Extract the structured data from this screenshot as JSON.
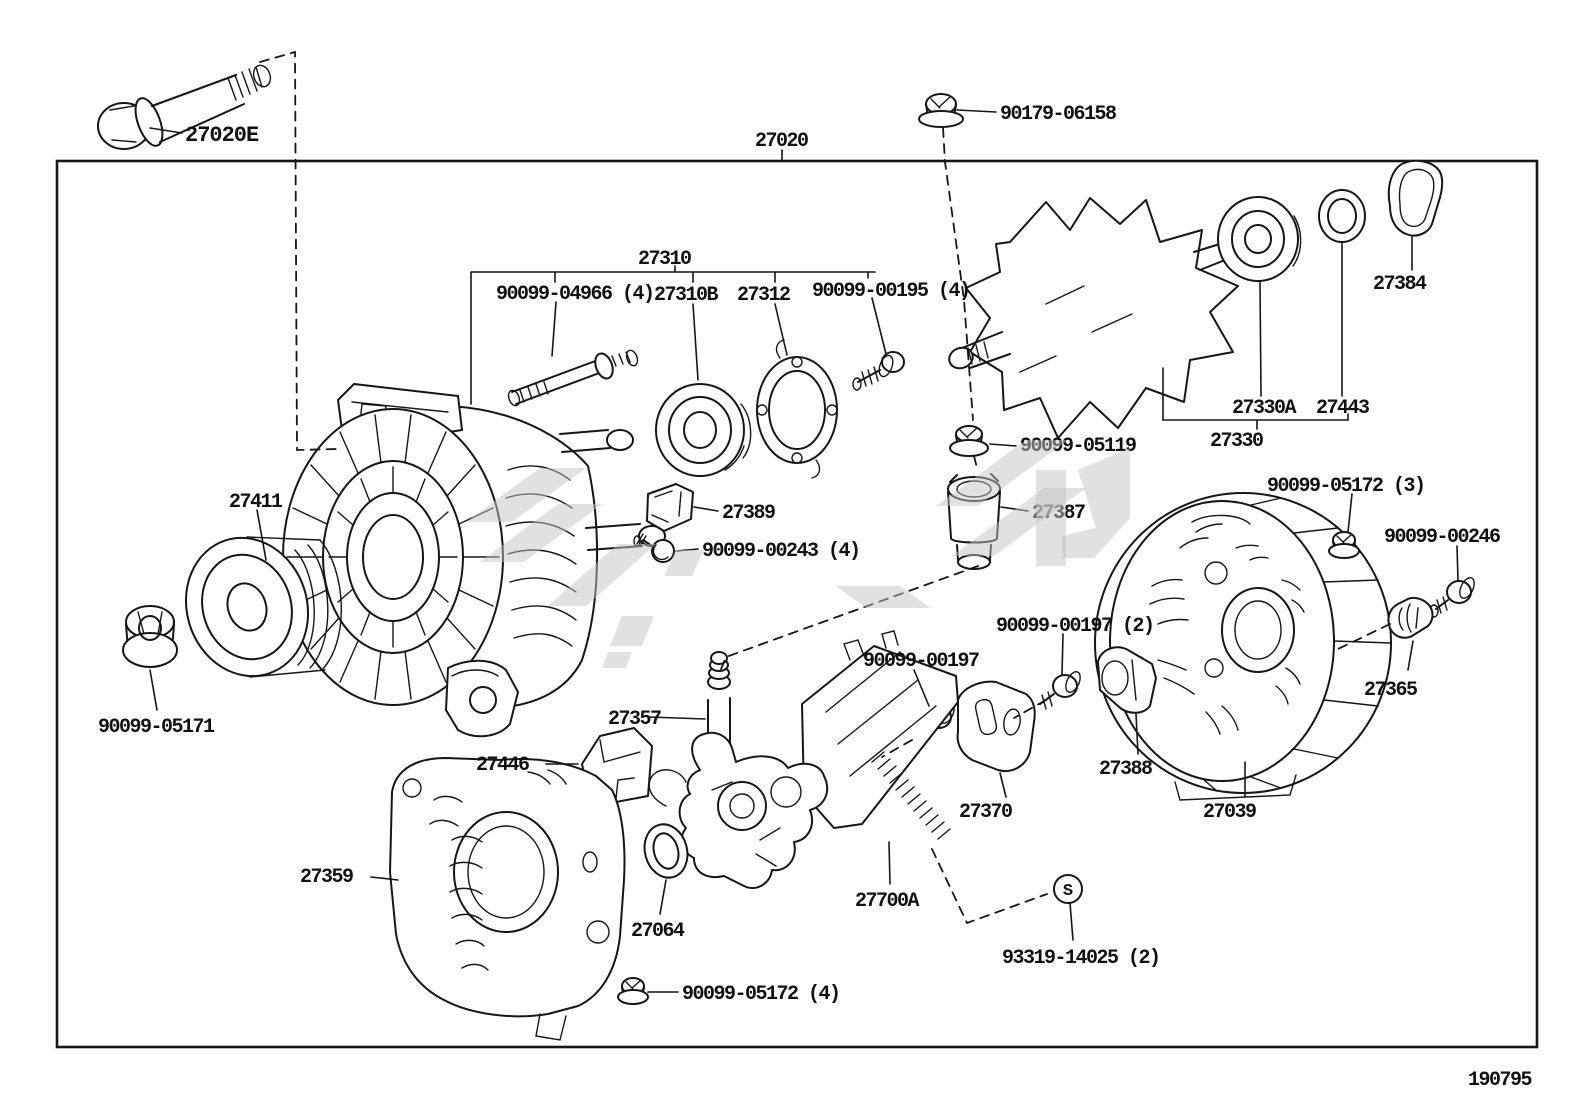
{
  "page": {
    "footer_code": "190795"
  },
  "colors": {
    "ink": "#161616",
    "watermark": "#c4c4c4",
    "background": "#ffffff"
  },
  "marker": {
    "s": "S"
  },
  "labels": {
    "p27020e": "27020E",
    "p27020": "27020",
    "p90179_06158": "90179-06158",
    "p27310": "27310",
    "p90099_04966_4": "90099-04966 (4)",
    "p27310b": "27310B",
    "p27312": "27312",
    "p90099_00195_4": "90099-00195 (4)",
    "p27384": "27384",
    "p27330a": "27330A",
    "p27443": "27443",
    "p27330": "27330",
    "p90099_05119": "90099-05119",
    "p90099_05172_3": "90099-05172 (3)",
    "p90099_00246": "90099-00246",
    "p27411": "27411",
    "p27389": "27389",
    "p27387": "27387",
    "p90099_00243_4": "90099-00243 (4)",
    "p90099_05171": "90099-05171",
    "p27365": "27365",
    "p90099_00197": "90099-00197",
    "p90099_00197_2": "90099-00197 (2)",
    "p27388": "27388",
    "p27370": "27370",
    "p27039": "27039",
    "p27357": "27357",
    "p27446": "27446",
    "p27359": "27359",
    "p27064": "27064",
    "p27700a": "27700A",
    "p93319_14025_2": "93319-14025 (2)",
    "p90099_05172_4": "90099-05172 (4)"
  }
}
